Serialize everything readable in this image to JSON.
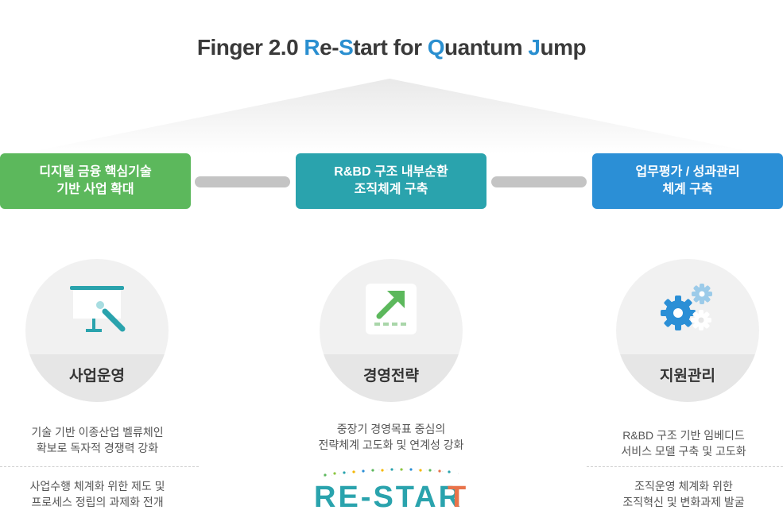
{
  "title": {
    "parts": [
      "Finger 2.0 ",
      "R",
      "e-",
      "S",
      "tart for ",
      "Q",
      "uantum ",
      "J",
      "ump"
    ]
  },
  "pillars": [
    {
      "line1": "디지털 금융 핵심기술",
      "line2": "기반 사업 확대",
      "color": "#5cb85c"
    },
    {
      "line1": "R&BD 구조 내부순환",
      "line2": "조직체계 구축",
      "color": "#2aa3ad"
    },
    {
      "line1": "업무평가 / 성과관리",
      "line2": "체계 구축",
      "color": "#2b8fd6"
    }
  ],
  "areas": [
    {
      "label": "사업운영",
      "icon": "presentation-board-icon",
      "desc1": [
        "기술 기반 이종산업 벨류체인",
        "확보로 독자적 경쟁력 강화"
      ],
      "desc2": [
        "사업수행 체계화 위한 제도 및",
        "프로세스 정립의 과제화 전개"
      ]
    },
    {
      "label": "경영전략",
      "icon": "growth-arrow-icon",
      "desc1": [
        "중장기 경영목표 중심의",
        "전략체계 고도화 및 연계성 강화"
      ]
    },
    {
      "label": "지원관리",
      "icon": "gears-icon",
      "desc1": [
        "R&BD 구조 기반 임베디드",
        "서비스 모델 구축 및 고도화"
      ],
      "desc2": [
        "조직운영 체계화 위한",
        "조직혁신 및 변화과제 발굴"
      ]
    }
  ],
  "restart_logo": {
    "text": "RE-STAR",
    "last": "T"
  }
}
